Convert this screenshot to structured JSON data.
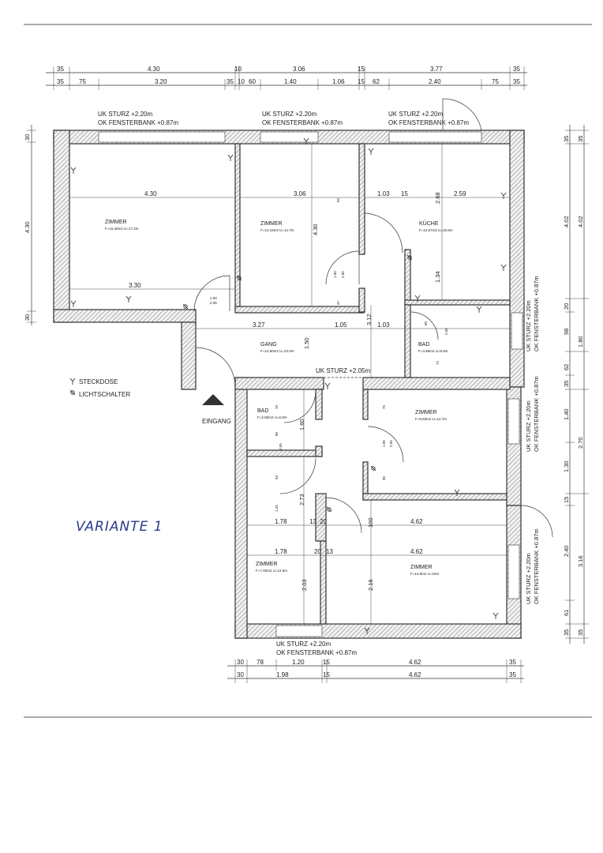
{
  "variant_label": "VARIANTE 1",
  "entrance_label": "EINGANG",
  "legend": {
    "socket": "STECKDOSE",
    "switch": "LICHTSCHALTER"
  },
  "annotations": {
    "top_left": [
      "UK STURZ +2.20m",
      "OK FENSTERBANK +0.87m"
    ],
    "top_middle": [
      "UK STURZ +2.20m",
      "OK FENSTERBANK +0.87m"
    ],
    "top_right": [
      "UK STURZ +2.20m",
      "OK FENSTERBANK +0.87m"
    ],
    "bottom": [
      "UK STURZ +2.20m",
      "OK FENSTERBANK +0.87m"
    ],
    "hall_lintel": "UK STURZ +2.05m",
    "right_1": [
      "UK STURZ +2.20m",
      "OK FENSTERBANK +0.87m"
    ],
    "right_2": [
      "UK STURZ +2.20m",
      "OK FENSTERBANK +0.87m"
    ],
    "right_3": [
      "UK STURZ +2.20m",
      "OK FENSTERBANK +0.87m"
    ]
  },
  "rooms": {
    "zimmer1": {
      "name": "ZIMMER",
      "info": "F=15.48m2  U=17.2m"
    },
    "zimmer2": {
      "name": "ZIMMER",
      "info": "F=13.16m2  U=14.7m"
    },
    "kueche": {
      "name": "KÜCHE",
      "info": "F=13.57m2  U=15.6m"
    },
    "gang": {
      "name": "GANG",
      "info": "F=12.90m2  U=23.0m"
    },
    "bad_small": {
      "name": "BAD",
      "info": "F=4.86m2  U=8.9m"
    },
    "bad_left": {
      "name": "BAD",
      "info": "F=2.85m2  U=6.9m"
    },
    "zimmer3": {
      "name": "ZIMMER",
      "info": "F=8.83m2  U=12.7m"
    },
    "zimmer4": {
      "name": "ZIMMER",
      "info": "F=7.00m2  U=12.5m"
    },
    "zimmer5": {
      "name": "ZIMMER",
      "info": "F=14.8m2  U=16m"
    }
  },
  "dims": {
    "top_row1": [
      "35",
      "4.30",
      "10",
      "3.06",
      "15",
      "3.77",
      "35"
    ],
    "top_row2": [
      "35",
      "75",
      "3.20",
      "35",
      "10",
      "60",
      "1.40",
      "1.06",
      "15",
      "62",
      "2.40",
      "75",
      "35"
    ],
    "bottom_row1": [
      "30",
      "78",
      "1.20",
      "15",
      "4.62",
      "35"
    ],
    "bottom_row2": [
      "30",
      "1.98",
      "15",
      "4.62",
      "35"
    ],
    "right_col1": [
      "35",
      "4.02",
      "20",
      "98",
      "62",
      "35",
      "1.40",
      "1.30",
      "15",
      "2.40",
      "61",
      "35"
    ],
    "right_col2": [
      "35",
      "4.02",
      "1.80",
      "2.70",
      "3.16",
      "35"
    ],
    "left_col": [
      "30",
      "4.30",
      "30"
    ],
    "inner": {
      "z1_width": "4.30",
      "z1_sill": "3.30",
      "z2_width": "3.06",
      "z2_height": "4.30",
      "k_w1": "1.03",
      "k_15": "15",
      "k_w2": "2.59",
      "k_h": "2.68",
      "k_134": "1.34",
      "door_100": "1.00",
      "door_205": "2.05",
      "d_100b": "1.00",
      "d_205b": "2.05",
      "d_93": "93",
      "d_47": "47",
      "gang_327": "3.27",
      "gang_105": "1.05",
      "gang_103": "1.03",
      "gang_150": "1.50",
      "gang_312": "3.12",
      "bad_80": "80",
      "bad_205": "2.05",
      "bad_72": "72",
      "bl_70": "70",
      "bl_160": "1.60",
      "bl_80": "80",
      "bl_205": "2.05",
      "bl_93": "93",
      "bl_125": "1.25",
      "bl_273": "2.73",
      "z3_75": "75",
      "z3_100": "1.00",
      "z3_205": "2.05",
      "z3_85": "85",
      "row_178a": "1.78",
      "row_13a": "13",
      "row_20": "20",
      "row_100": "100",
      "row_462a": "4.62",
      "row_178b": "1.78",
      "row_20b": "20",
      "row_13b": "13",
      "row_462b": "4.62",
      "z4_203": "2.03",
      "z5_216": "2.16"
    }
  }
}
